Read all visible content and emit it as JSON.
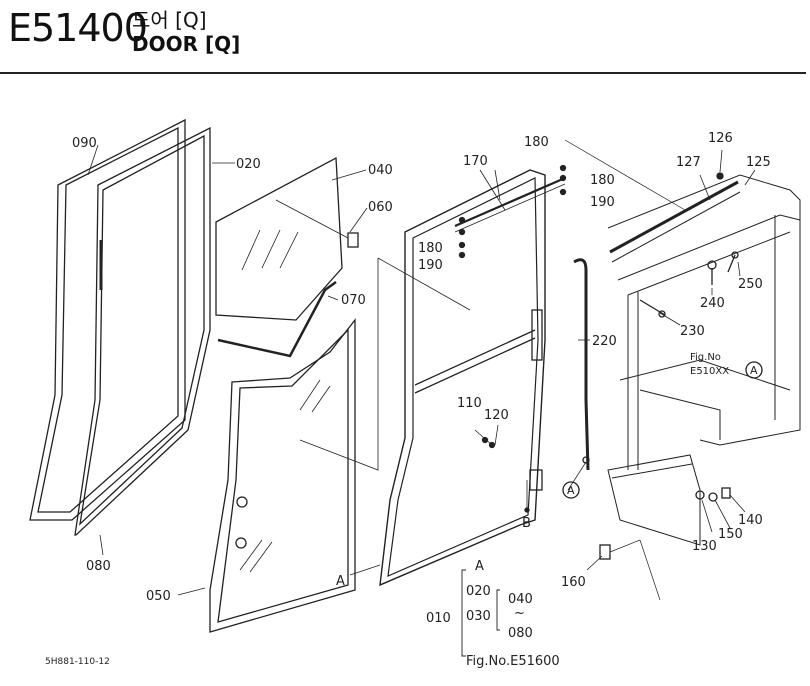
{
  "header": {
    "code": "E51400",
    "title_kr": "도어 [Q]",
    "title_en": "DOOR [Q]"
  },
  "parts": {
    "p090": "090",
    "p020": "020",
    "p040": "040",
    "p060": "060",
    "p070": "070",
    "p080": "080",
    "p050": "050",
    "p170": "170",
    "p180a": "180",
    "p180b": "180",
    "p190a": "190",
    "p180c": "180",
    "p190b": "190",
    "p110": "110",
    "p120": "120",
    "p126": "126",
    "p127": "127",
    "p125": "125",
    "p250": "250",
    "p240": "240",
    "p230": "230",
    "p220": "220",
    "p140": "140",
    "p150": "150",
    "p130": "130",
    "p160": "160"
  },
  "refs": {
    "fig_no_label": "Fig.No",
    "fig_ref": "E510XX",
    "circle_a": "A",
    "letter_a_left": "A",
    "letter_b": "B",
    "circle_a_mid": "A"
  },
  "kit": {
    "letter_a": "A",
    "k010": "010",
    "k020": "020",
    "k030": "030",
    "k040": "040",
    "tilde": "~",
    "k080": "080",
    "fig_ref": "Fig.No.E51600"
  },
  "footer": {
    "code": "5H881-110-12"
  }
}
